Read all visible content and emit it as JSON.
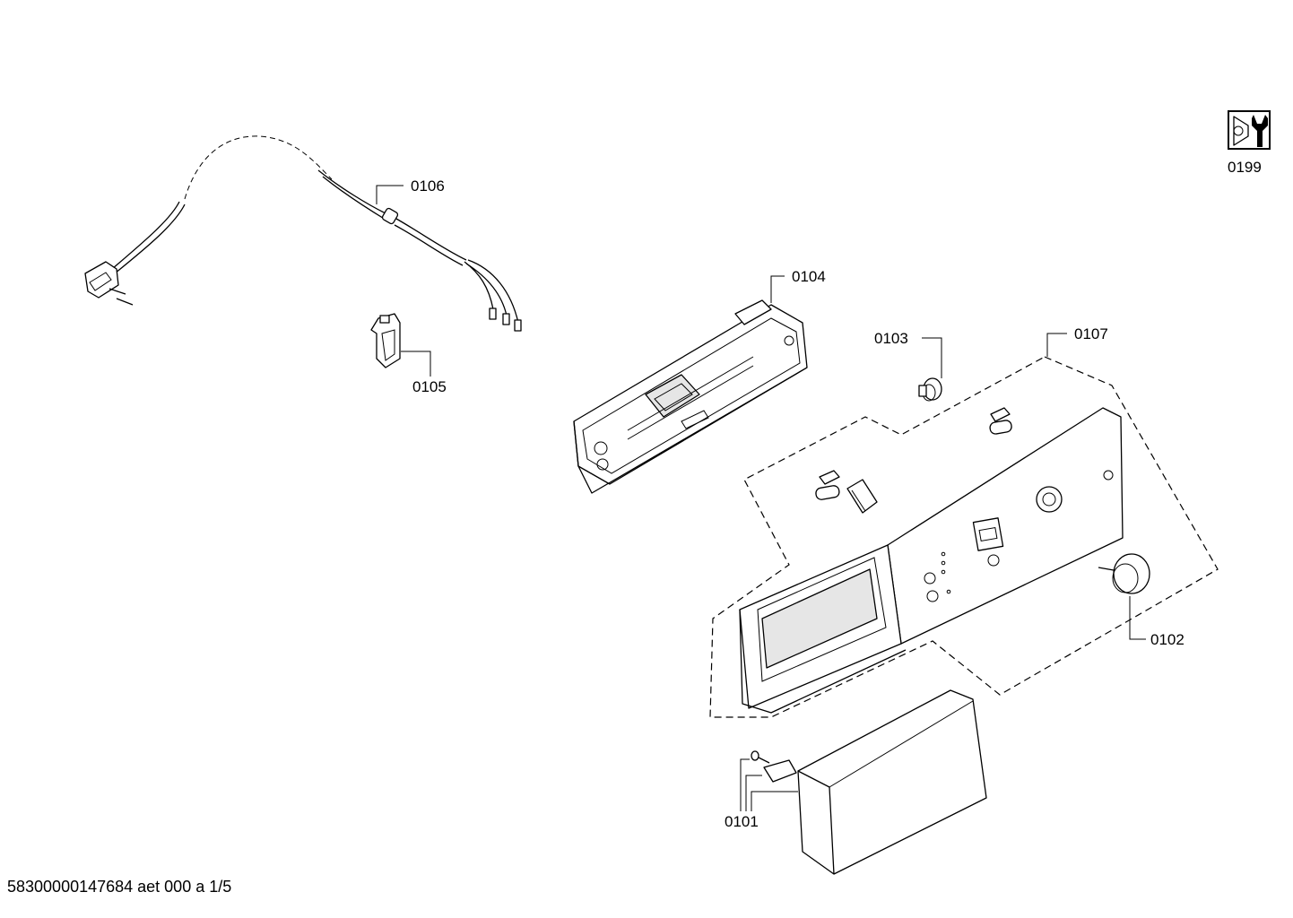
{
  "labels": {
    "p0101": "0101",
    "p0102": "0102",
    "p0103": "0103",
    "p0104": "0104",
    "p0105": "0105",
    "p0106": "0106",
    "p0107": "0107",
    "p0199": "0199"
  },
  "footer": "58300000147684 aet 000 a 1/5"
}
